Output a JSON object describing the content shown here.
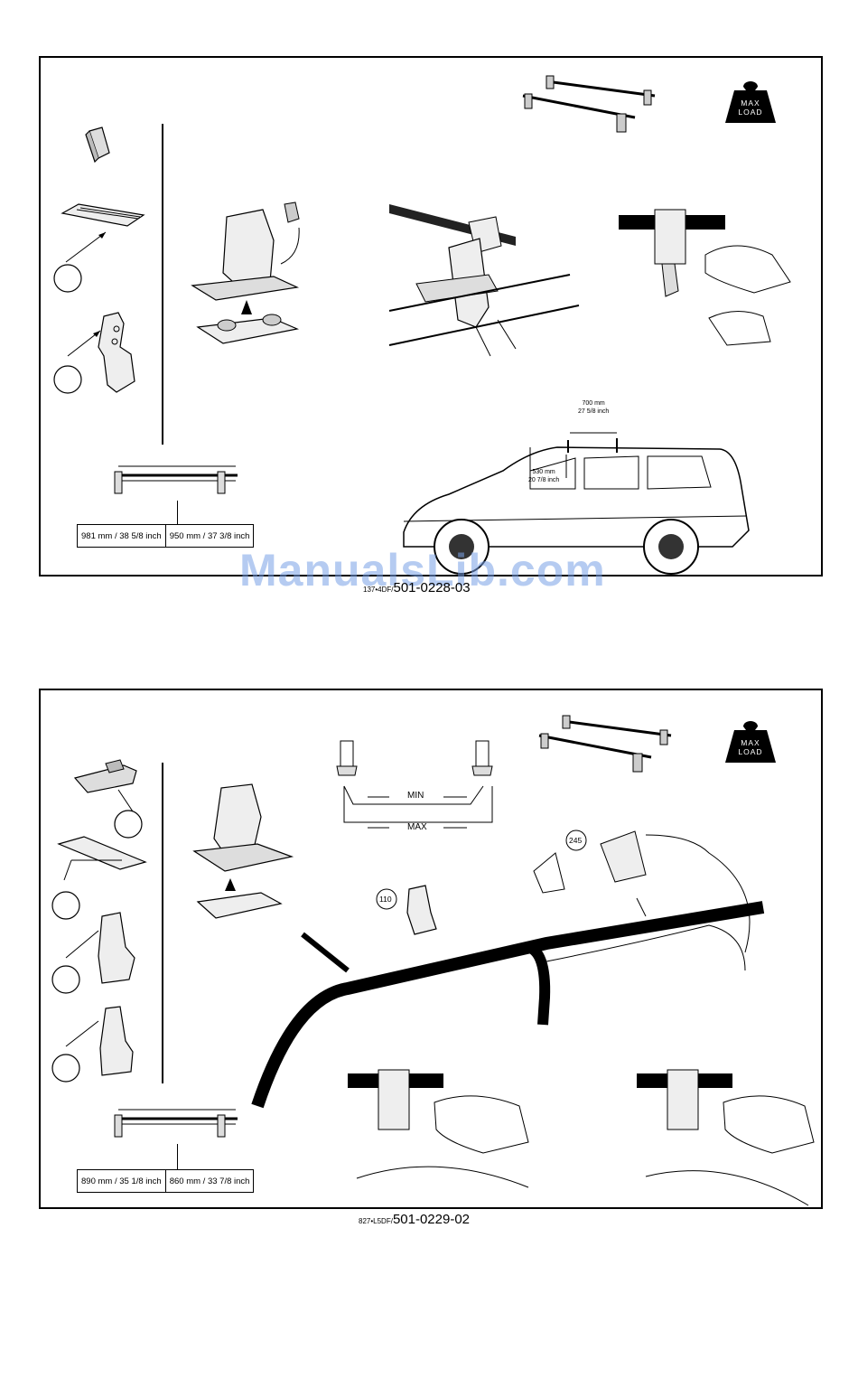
{
  "panel1": {
    "max_load": {
      "line1": "MAX",
      "line2": "LOAD"
    },
    "dim_table": [
      "981 mm / 38 5/8 inch",
      "950 mm / 37 3/8 inch"
    ],
    "front_dim": {
      "line1": "530 mm",
      "line2": "20 7/8 inch"
    },
    "bar_spacing": {
      "line1": "700 mm",
      "line2": "27 5/8 inch"
    },
    "caption_prefix": "137•4DF/",
    "caption_code": "501-0228-03"
  },
  "panel2": {
    "max_load": {
      "line1": "MAX",
      "line2": "LOAD"
    },
    "min_label": "MIN",
    "max_label": "MAX",
    "callout_110": "110",
    "callout_245": "245",
    "dim_table": [
      "890 mm / 35 1/8 inch",
      "860 mm / 33 7/8 inch"
    ],
    "caption_prefix": "827•L5DF/",
    "caption_code": "501-0229-02"
  },
  "watermark": "ManualsLib.com",
  "colors": {
    "ink": "#000000",
    "watermark": "#7ea3e0"
  }
}
